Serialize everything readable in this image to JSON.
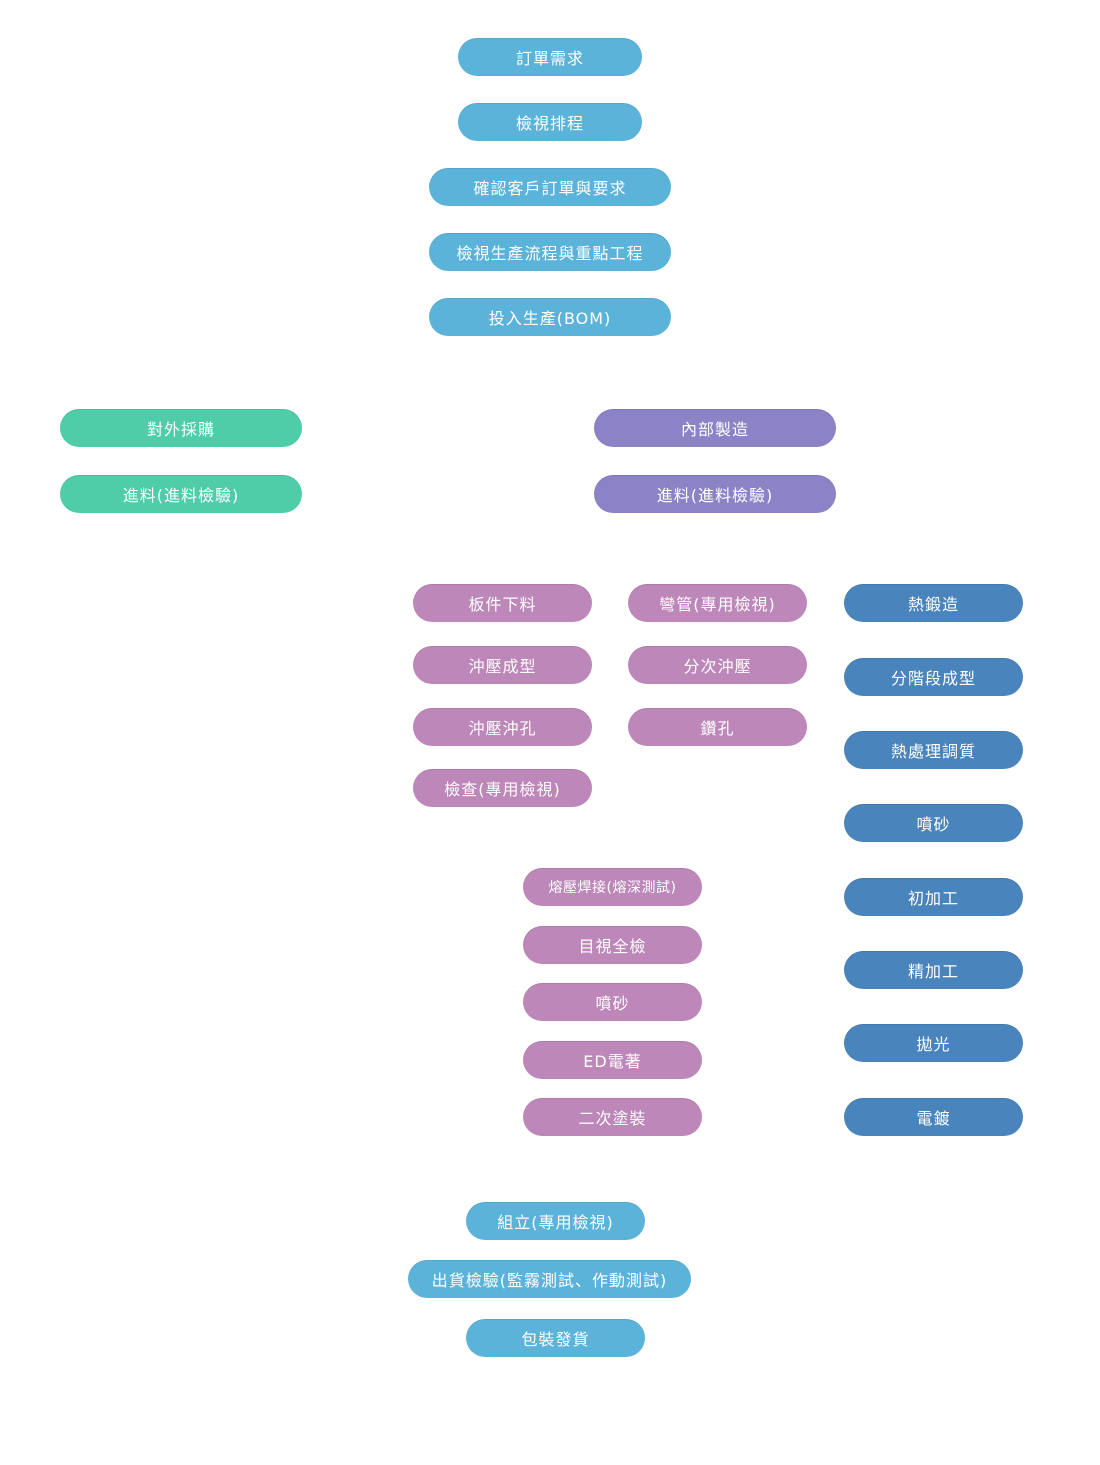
{
  "colors": {
    "main_flow": "#5cb3da",
    "external": "#4ecda8",
    "internal": "#8b83c5",
    "sheet_metal": "#bd87b9",
    "machining": "#4a84bc",
    "text": "#ffffff",
    "background": "#ffffff"
  },
  "top_flow": {
    "step1": "訂單需求",
    "step2": "檢視排程",
    "step3": "確認客戶訂單與要求",
    "step4": "檢視生產流程與重點工程",
    "step5": "投入生產(BOM)"
  },
  "external": {
    "title": "對外採購",
    "incoming": "進料(進料檢驗)"
  },
  "internal": {
    "title": "內部製造",
    "incoming": "進料(進料檢驗)"
  },
  "sheet_metal": {
    "cutting": "板件下料",
    "stamping_forming": "沖壓成型",
    "stamping_punching": "沖壓沖孔",
    "inspection": "檢查(專用檢視)"
  },
  "tube": {
    "bending": "彎管(專用檢視)",
    "progressive_stamping": "分次沖壓",
    "drilling": "鑽孔"
  },
  "finishing": {
    "welding": "熔壓焊接(熔深測試)",
    "visual_check": "目視全檢",
    "sandblasting": "噴砂",
    "ed_coating": "ED電著",
    "secondary_painting": "二次塗裝"
  },
  "machining": {
    "forging": "熱鍛造",
    "staged_forming": "分階段成型",
    "heat_treatment": "熱處理調質",
    "sandblasting": "噴砂",
    "rough_machining": "初加工",
    "finish_machining": "精加工",
    "polishing": "拋光",
    "plating": "電鍍"
  },
  "bottom_flow": {
    "assembly": "組立(專用檢視)",
    "shipping_inspection": "出貨檢驗(監霧測試、作動測試)",
    "packing": "包裝發貨"
  }
}
